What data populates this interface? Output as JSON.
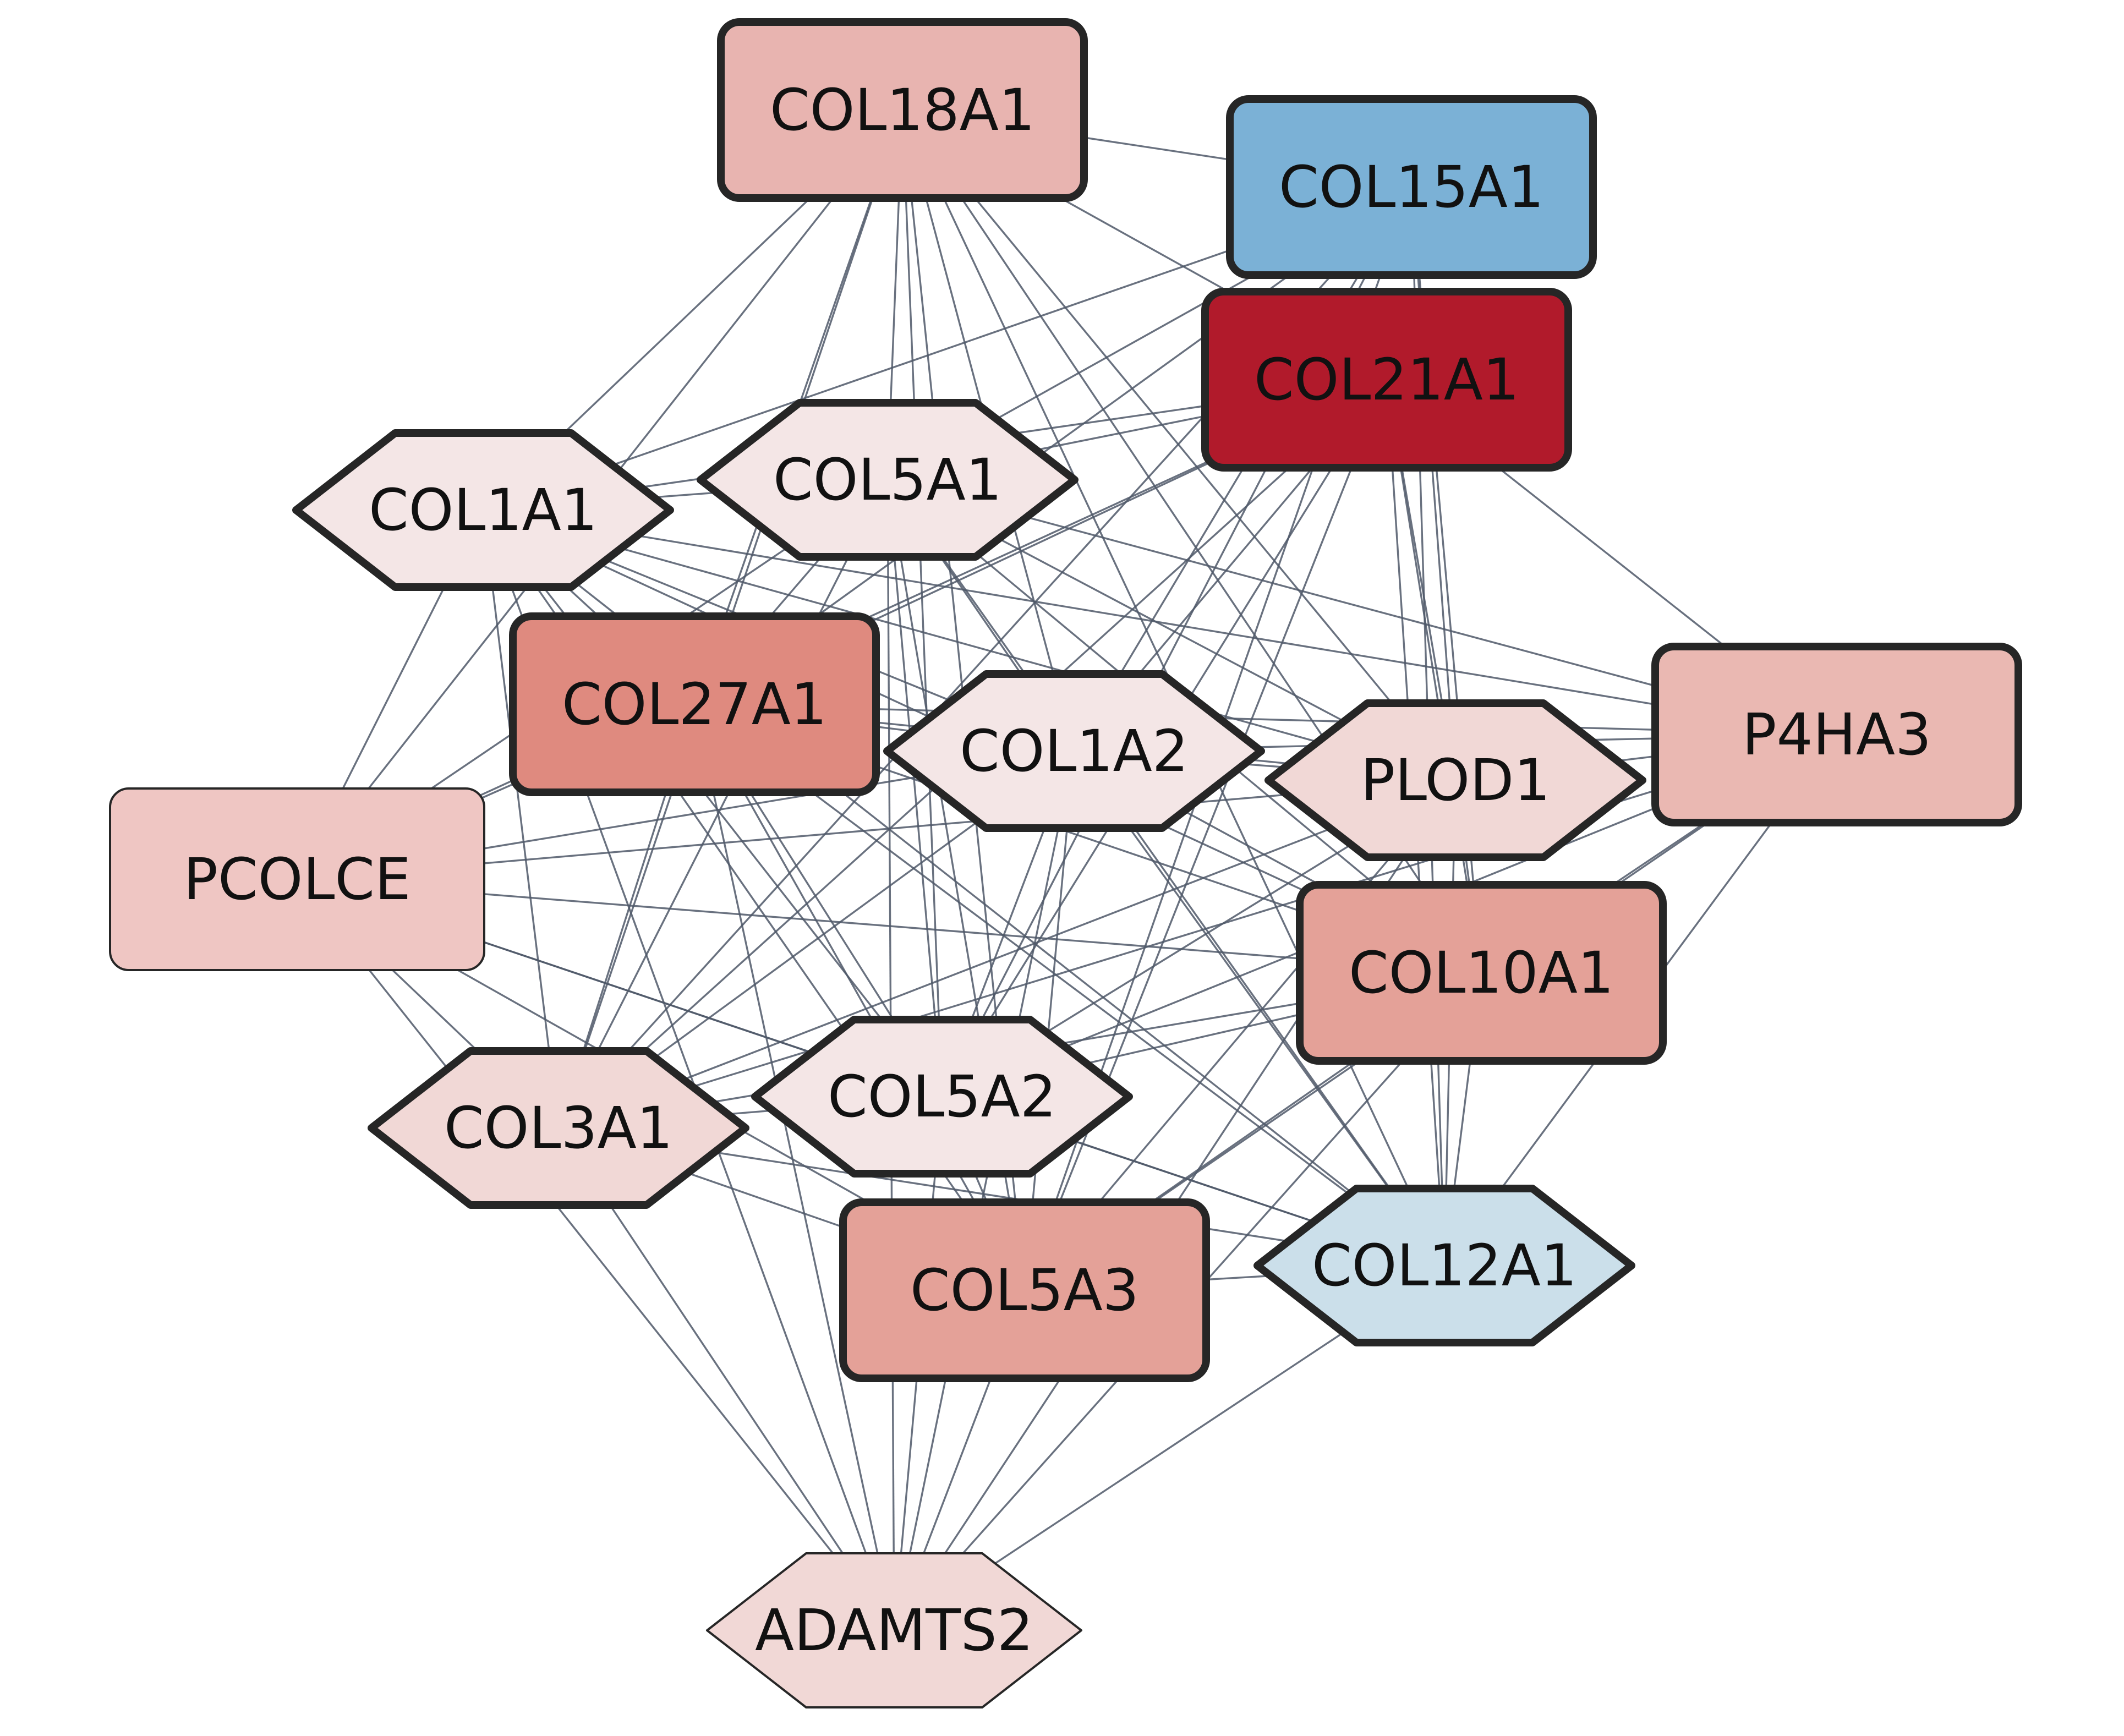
{
  "nodes": [
    {
      "id": "COL18A1",
      "label": "COL18A1",
      "shape": "rect",
      "fill": "#e8b4b0",
      "bold": true
    },
    {
      "id": "COL15A1",
      "label": "COL15A1",
      "shape": "rect",
      "fill": "#7bb1d6",
      "bold": true
    },
    {
      "id": "COL21A1",
      "label": "COL21A1",
      "shape": "rect",
      "fill": "#b11a2b",
      "bold": true
    },
    {
      "id": "COL1A1",
      "label": "COL1A1",
      "shape": "hex",
      "fill": "#f4e6e6",
      "bold": true
    },
    {
      "id": "COL5A1",
      "label": "COL5A1",
      "shape": "hex",
      "fill": "#f4e6e6",
      "bold": true
    },
    {
      "id": "COL27A1",
      "label": "COL27A1",
      "shape": "rect",
      "fill": "#df8a7f",
      "bold": true
    },
    {
      "id": "COL1A2",
      "label": "COL1A2",
      "shape": "hex",
      "fill": "#f4e6e6",
      "bold": true
    },
    {
      "id": "PLOD1",
      "label": "PLOD1",
      "shape": "hex",
      "fill": "#f1d8d6",
      "bold": true
    },
    {
      "id": "P4HA3",
      "label": "P4HA3",
      "shape": "rect",
      "fill": "#eab8b2",
      "bold": true
    },
    {
      "id": "PCOLCE",
      "label": "PCOLCE",
      "shape": "rect",
      "fill": "#efc6c3",
      "bold": false
    },
    {
      "id": "COL10A1",
      "label": "COL10A1",
      "shape": "rect",
      "fill": "#e4a198",
      "bold": true
    },
    {
      "id": "COL3A1",
      "label": "COL3A1",
      "shape": "hex",
      "fill": "#f1d8d6",
      "bold": true
    },
    {
      "id": "COL5A2",
      "label": "COL5A2",
      "shape": "hex",
      "fill": "#f4e6e6",
      "bold": true
    },
    {
      "id": "COL5A3",
      "label": "COL5A3",
      "shape": "rect",
      "fill": "#e4a198",
      "bold": true
    },
    {
      "id": "COL12A1",
      "label": "COL12A1",
      "shape": "hex",
      "fill": "#cbdfea",
      "bold": true
    },
    {
      "id": "ADAMTS2",
      "label": "ADAMTS2",
      "shape": "hex",
      "fill": "#f1d8d6",
      "bold": false
    }
  ],
  "edges": [
    [
      "COL18A1",
      "COL15A1"
    ],
    [
      "COL18A1",
      "COL21A1"
    ],
    [
      "COL18A1",
      "COL1A1"
    ],
    [
      "COL18A1",
      "COL5A1"
    ],
    [
      "COL18A1",
      "COL27A1"
    ],
    [
      "COL18A1",
      "COL1A2"
    ],
    [
      "COL18A1",
      "PLOD1"
    ],
    [
      "COL18A1",
      "PCOLCE"
    ],
    [
      "COL18A1",
      "COL10A1"
    ],
    [
      "COL18A1",
      "COL3A1"
    ],
    [
      "COL18A1",
      "COL5A2"
    ],
    [
      "COL18A1",
      "COL5A3"
    ],
    [
      "COL18A1",
      "COL12A1"
    ],
    [
      "COL15A1",
      "COL1A1"
    ],
    [
      "COL15A1",
      "COL5A1"
    ],
    [
      "COL15A1",
      "COL27A1"
    ],
    [
      "COL15A1",
      "COL1A2"
    ],
    [
      "COL15A1",
      "PLOD1"
    ],
    [
      "COL15A1",
      "COL3A1"
    ],
    [
      "COL15A1",
      "COL5A2"
    ],
    [
      "COL15A1",
      "COL5A3"
    ],
    [
      "COL15A1",
      "COL12A1"
    ],
    [
      "COL15A1",
      "COL10A1"
    ],
    [
      "COL21A1",
      "COL1A1"
    ],
    [
      "COL21A1",
      "COL5A1"
    ],
    [
      "COL21A1",
      "COL27A1"
    ],
    [
      "COL21A1",
      "COL1A2"
    ],
    [
      "COL21A1",
      "PLOD1"
    ],
    [
      "COL21A1",
      "P4HA3"
    ],
    [
      "COL21A1",
      "PCOLCE"
    ],
    [
      "COL21A1",
      "COL10A1"
    ],
    [
      "COL21A1",
      "COL3A1"
    ],
    [
      "COL21A1",
      "COL5A2"
    ],
    [
      "COL21A1",
      "COL5A3"
    ],
    [
      "COL21A1",
      "COL12A1"
    ],
    [
      "COL1A1",
      "COL5A1"
    ],
    [
      "COL1A1",
      "COL27A1"
    ],
    [
      "COL1A1",
      "COL1A2"
    ],
    [
      "COL1A1",
      "PLOD1"
    ],
    [
      "COL1A1",
      "P4HA3"
    ],
    [
      "COL1A1",
      "PCOLCE"
    ],
    [
      "COL1A1",
      "COL10A1"
    ],
    [
      "COL1A1",
      "COL3A1"
    ],
    [
      "COL1A1",
      "COL5A2"
    ],
    [
      "COL1A1",
      "COL5A3"
    ],
    [
      "COL1A1",
      "COL12A1"
    ],
    [
      "COL1A1",
      "ADAMTS2"
    ],
    [
      "COL5A1",
      "COL27A1"
    ],
    [
      "COL5A1",
      "COL1A2"
    ],
    [
      "COL5A1",
      "PLOD1"
    ],
    [
      "COL5A1",
      "P4HA3"
    ],
    [
      "COL5A1",
      "PCOLCE"
    ],
    [
      "COL5A1",
      "COL10A1"
    ],
    [
      "COL5A1",
      "COL3A1"
    ],
    [
      "COL5A1",
      "COL5A2"
    ],
    [
      "COL5A1",
      "COL5A3"
    ],
    [
      "COL5A1",
      "COL12A1"
    ],
    [
      "COL5A1",
      "ADAMTS2"
    ],
    [
      "COL27A1",
      "COL1A2"
    ],
    [
      "COL27A1",
      "PLOD1"
    ],
    [
      "COL27A1",
      "P4HA3"
    ],
    [
      "COL27A1",
      "PCOLCE"
    ],
    [
      "COL27A1",
      "COL10A1"
    ],
    [
      "COL27A1",
      "COL3A1"
    ],
    [
      "COL27A1",
      "COL5A2"
    ],
    [
      "COL27A1",
      "COL5A3"
    ],
    [
      "COL27A1",
      "COL12A1"
    ],
    [
      "COL27A1",
      "ADAMTS2"
    ],
    [
      "COL1A2",
      "PLOD1"
    ],
    [
      "COL1A2",
      "P4HA3"
    ],
    [
      "COL1A2",
      "PCOLCE"
    ],
    [
      "COL1A2",
      "COL10A1"
    ],
    [
      "COL1A2",
      "COL3A1"
    ],
    [
      "COL1A2",
      "COL5A2"
    ],
    [
      "COL1A2",
      "COL5A3"
    ],
    [
      "COL1A2",
      "COL12A1"
    ],
    [
      "COL1A2",
      "ADAMTS2"
    ],
    [
      "PLOD1",
      "P4HA3"
    ],
    [
      "PLOD1",
      "PCOLCE"
    ],
    [
      "PLOD1",
      "COL10A1"
    ],
    [
      "PLOD1",
      "COL3A1"
    ],
    [
      "PLOD1",
      "COL5A2"
    ],
    [
      "PLOD1",
      "COL5A3"
    ],
    [
      "PLOD1",
      "COL12A1"
    ],
    [
      "PLOD1",
      "ADAMTS2"
    ],
    [
      "P4HA3",
      "COL10A1"
    ],
    [
      "P4HA3",
      "COL3A1"
    ],
    [
      "P4HA3",
      "COL5A2"
    ],
    [
      "P4HA3",
      "COL5A3"
    ],
    [
      "P4HA3",
      "COL12A1"
    ],
    [
      "PCOLCE",
      "COL3A1"
    ],
    [
      "PCOLCE",
      "COL5A2"
    ],
    [
      "PCOLCE",
      "COL5A3"
    ],
    [
      "PCOLCE",
      "COL12A1"
    ],
    [
      "PCOLCE",
      "COL10A1"
    ],
    [
      "PCOLCE",
      "ADAMTS2"
    ],
    [
      "COL10A1",
      "COL3A1"
    ],
    [
      "COL10A1",
      "COL5A2"
    ],
    [
      "COL10A1",
      "COL5A3"
    ],
    [
      "COL10A1",
      "COL12A1"
    ],
    [
      "COL10A1",
      "ADAMTS2"
    ],
    [
      "COL3A1",
      "COL5A2"
    ],
    [
      "COL3A1",
      "COL5A3"
    ],
    [
      "COL3A1",
      "COL12A1"
    ],
    [
      "COL3A1",
      "ADAMTS2"
    ],
    [
      "COL5A2",
      "COL5A3"
    ],
    [
      "COL5A2",
      "COL12A1"
    ],
    [
      "COL5A2",
      "ADAMTS2"
    ],
    [
      "COL5A3",
      "COL12A1"
    ],
    [
      "COL5A3",
      "ADAMTS2"
    ],
    [
      "COL12A1",
      "ADAMTS2"
    ]
  ]
}
